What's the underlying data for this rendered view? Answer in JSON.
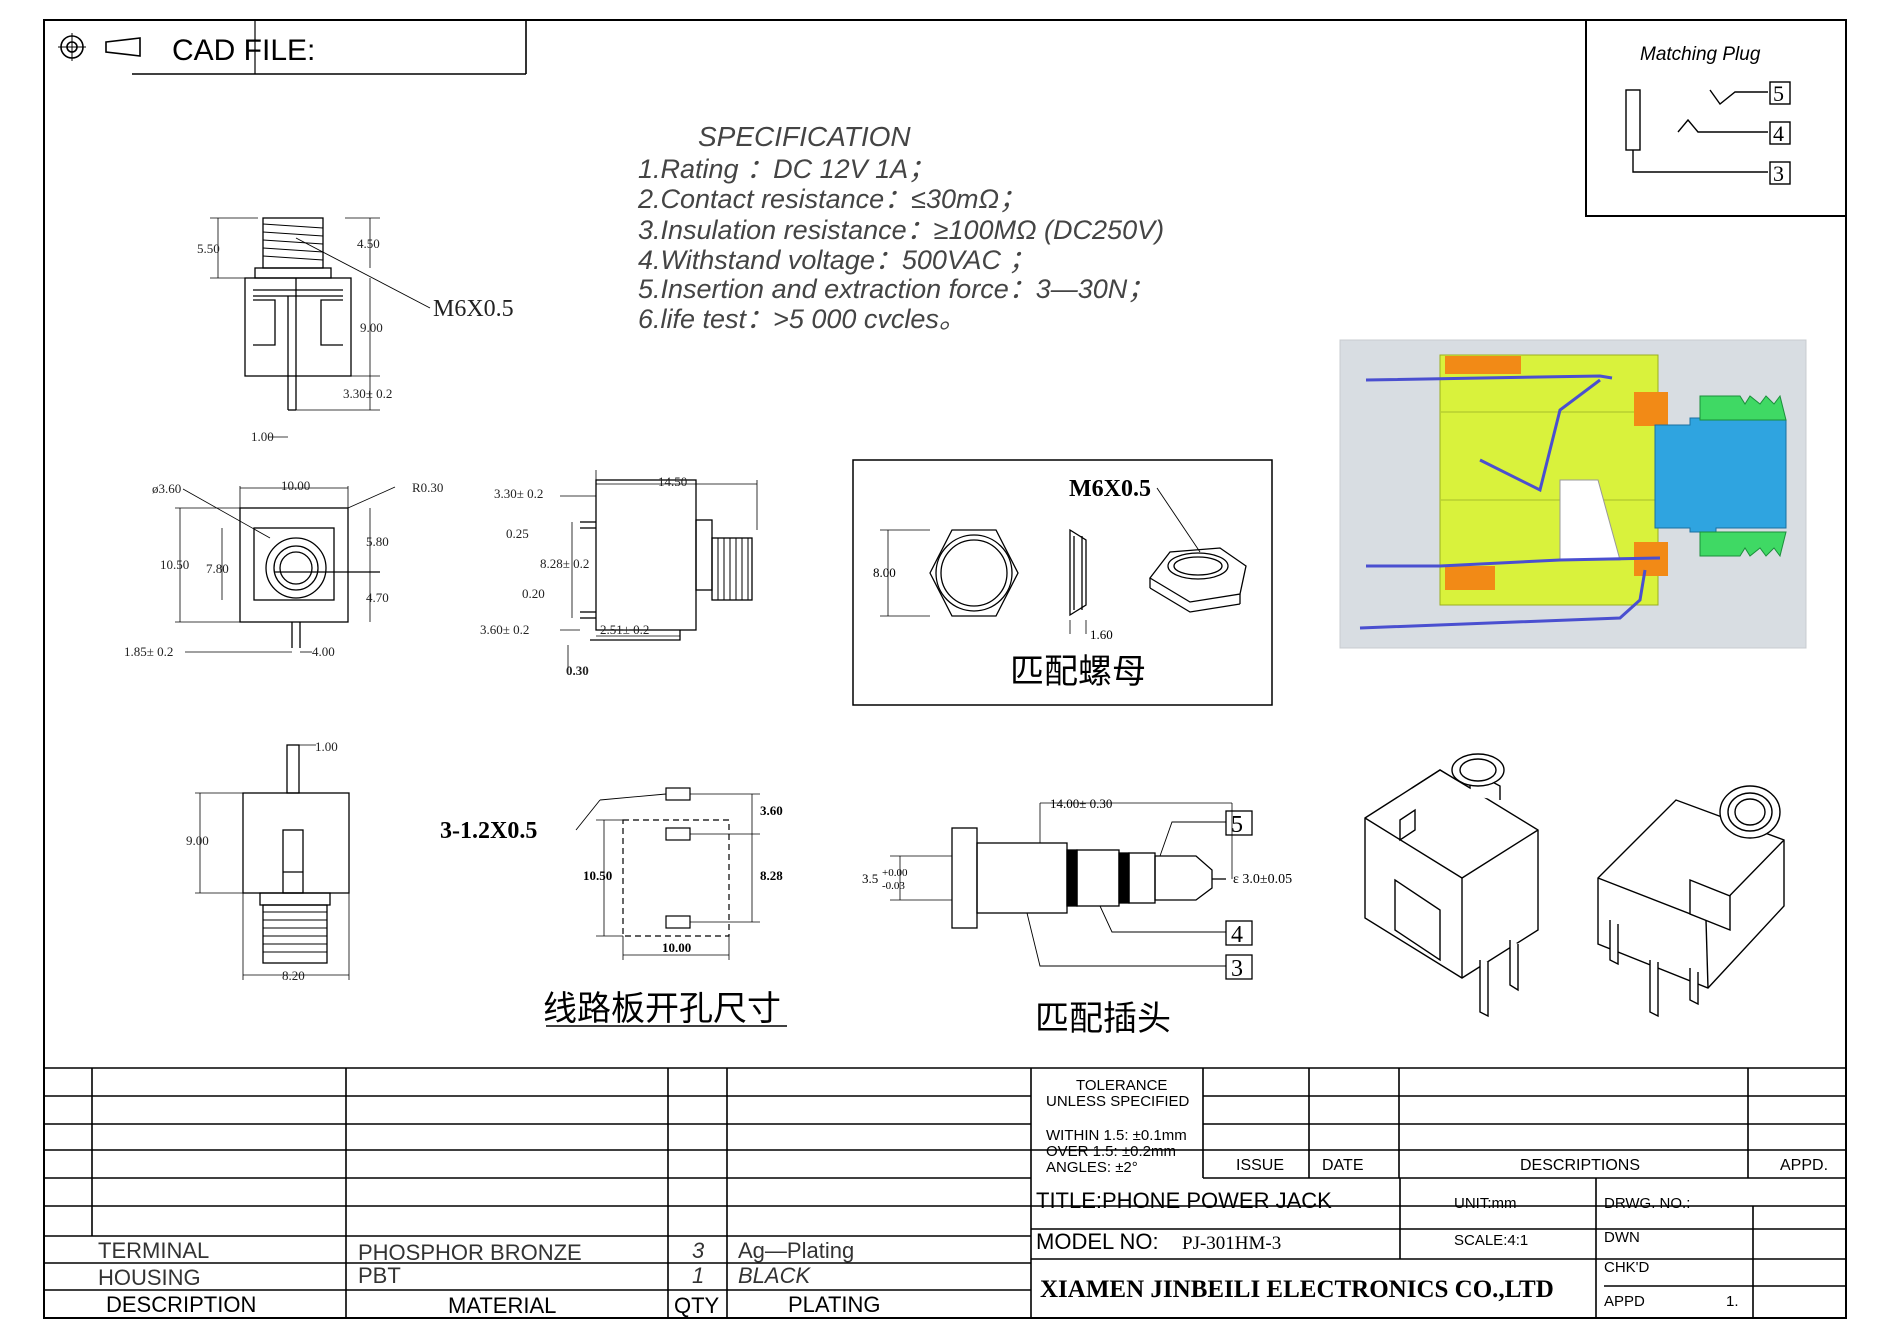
{
  "header": {
    "cad_file_label": "CAD FILE:"
  },
  "matching_plug": {
    "title": "Matching Plug",
    "pins": [
      "5",
      "4",
      "3"
    ]
  },
  "specification": {
    "title": "SPECIFICATION",
    "lines": [
      "1.Rating ：DC 12V 1A；",
      "2.Contact resistance：≤30mΩ；",
      "3.Insulation resistance：≥100MΩ (DC250V)",
      "4.Withstand voltage：500VAC ；",
      "5.Insertion and extraction force：3—30N；",
      "6.life test：>5 000 cvcles。"
    ]
  },
  "top_view": {
    "thread": "M6X0.5",
    "dims": {
      "d550": "5.50",
      "d450": "4.50",
      "d900": "9.00",
      "d330": "3.30± 0.2",
      "d100": "1.00"
    }
  },
  "front_view": {
    "dims": {
      "dia": "ø3.60",
      "w": "10.00",
      "r": "R0.30",
      "h1050": "10.50",
      "h780": "7.80",
      "d580": "5.80",
      "d470": "4.70",
      "d185": "1.85± 0.2",
      "d400": "4.00"
    }
  },
  "side_view": {
    "dims": {
      "d330": "3.30± 0.2",
      "d1450": "14.50",
      "d025": "0.25",
      "d828": "8.28± 0.2",
      "d020": "0.20",
      "d360": "3.60± 0.2",
      "d251": "2.51± 0.2",
      "d030": "0.30"
    }
  },
  "bottom_view": {
    "dims": {
      "d100": "1.00",
      "d900": "9.00",
      "d820": "8.20"
    }
  },
  "nut": {
    "thread": "M6X0.5",
    "d800": "8.00",
    "d160": "1.60",
    "caption": "匹配螺母"
  },
  "pcb": {
    "holes": "3-1.2X0.5",
    "d360": "3.60",
    "d1050": "10.50",
    "d828": "8.28",
    "d1000": "10.00",
    "caption": "线路板开孔尺寸"
  },
  "plug": {
    "d1400": "14.00± 0.30",
    "d35": "3.5",
    "tol_plus": "+0.00",
    "tol_minus": "-0.03",
    "d30": "ε 3.0±0.05",
    "pins": [
      "5",
      "4",
      "3"
    ],
    "caption": "匹配插头"
  },
  "colors": {
    "body": "#d9f23c",
    "metal": "#2fa4e0",
    "orange": "#f28a16",
    "green": "#3fd964",
    "bg": "#d8dde2"
  },
  "title_block": {
    "tolerance_title_1": "TOLERANCE",
    "tolerance_title_2": "UNLESS SPECIFIED",
    "tol_1": "WITHIN 1.5: ±0.1mm",
    "tol_2": "OVER 1.5:  ±0.2mm",
    "tol_3": "ANGLES: ±2°",
    "issue": "ISSUE",
    "date": "DATE",
    "descriptions": "DESCRIPTIONS",
    "appd": "APPD.",
    "title": "TITLE:PHONE POWER JACK",
    "unit": "UNIT:mm",
    "drwg_no": "DRWG. NO.:",
    "model_label": "MODEL NO:",
    "model_value": "PJ-301HM-3",
    "scale": "SCALE:4:1",
    "dwn": "DWN",
    "chkd": "CHK'D",
    "company": "XIAMEN JINBEILI ELECTRONICS CO.,LTD",
    "appd_bottom": "APPD",
    "appd_bottom_val": "1."
  },
  "bom": {
    "rows": [
      {
        "description": "TERMINAL",
        "material": "PHOSPHOR BRONZE",
        "qty": "3",
        "plating": "Ag—Plating"
      },
      {
        "description": "HOUSING",
        "material": "PBT",
        "qty": "1",
        "plating": "BLACK"
      }
    ],
    "headers": {
      "description": "DESCRIPTION",
      "material": "MATERIAL",
      "qty": "QTY",
      "plating": "PLATING"
    }
  }
}
